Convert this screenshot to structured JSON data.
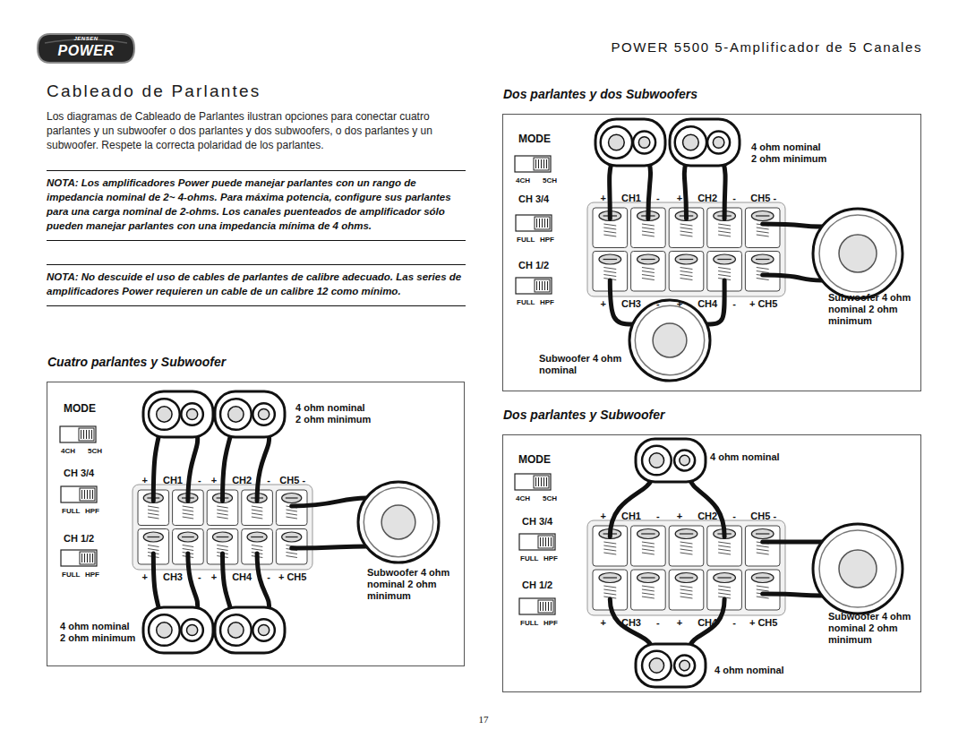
{
  "diagram": {
    "title": "Cableado de Parlantes",
    "nodes": [
      {
        "text": [
          "Cuatro parlantes y Subwoofer",
          "MODE",
          "4CH",
          "5CH",
          "CH 3/4",
          "FULL",
          "HPF",
          "CH 1/2",
          "FULL",
          "HPF",
          "+ CH1 -",
          "+ CH2 -",
          "CH5 -",
          "+ CH3 -",
          "+ CH4 -",
          "+ CH5",
          "4 ohm nominal 2 ohm minimum",
          "Subwoofer 4 ohm nominal 2 ohm minimum",
          "4 ohm nominal 2 ohm minimum"
        ]
      },
      {
        "text": [
          "Dos parlantes y dos Subwoofers",
          "MODE",
          "4CH",
          "5CH",
          "CH 3/4",
          "FULL",
          "HPF",
          "CH 1/2",
          "FULL",
          "HPF",
          "+ CH1 -",
          "+ CH2 -",
          "CH5 -",
          "+ CH3 -",
          "+ CH4 -",
          "+ CH5",
          "4 ohm nominal 2 ohm minimum",
          "Subwoofer 4 ohm nominal 2 ohm minimum",
          "Subwoofer 4 ohm nominal"
        ]
      },
      {
        "text": [
          "Dos parlantes y Subwoofer",
          "MODE",
          "4CH",
          "5CH",
          "CH 3/4",
          "FULL",
          "HPF",
          "CH 1/2",
          "FULL",
          "HPF",
          "+ CH1 -",
          "+ CH2 -",
          "CH5 -",
          "+ CH3 -",
          "+ CH4 -",
          "+ CH5",
          "4 ohm nominal",
          "Subwoofer 4 ohm nominal 2 ohm minimum",
          "4 ohm nominal"
        ]
      }
    ],
    "labels": [
      "JENSEN",
      "POWER",
      "POWER 5500 5-Amplificador de 5 Canales",
      "Los diagramas de Cableado de Parlantes ilustran opciones para conectar cuatro parlantes y un subwoofer o dos parlantes y dos subwoofers, o dos parlantes y un subwoofer. Respete la correcta polaridad de los parlantes.",
      "NOTA: Los amplificadores Power puede manejar parlantes con un rango de impedancia nominal de 2~ 4-ohms. Para máxima potencia, configure sus parlantes para una carga nominal de 2-ohms. Los canales puenteados de amplificador sólo pueden manejar parlantes con una impedancia mínima de 4 ohms.",
      "NOTA: No descuide el uso de cables de parlantes de calibre adecuado. Las series de amplificadores Power requieren un cable de un calibre 12 como mínimo.",
      "17"
    ]
  }
}
